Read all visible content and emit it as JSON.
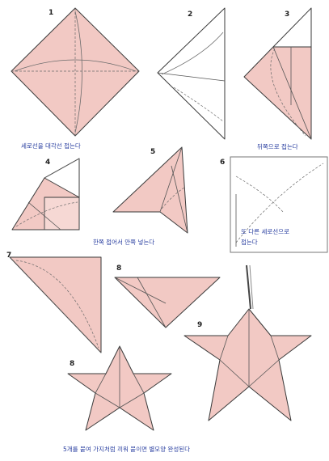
{
  "colors": {
    "paper": "#f2c9c4",
    "outline": "#3a3a3a",
    "caption": "#2a3fa0"
  },
  "steps": [
    {
      "num": "1"
    },
    {
      "num": "2"
    },
    {
      "num": "3"
    },
    {
      "num": "4"
    },
    {
      "num": "5"
    },
    {
      "num": "6"
    },
    {
      "num": "7"
    },
    {
      "num": "8"
    },
    {
      "num": "9"
    },
    {
      "num": "8"
    }
  ],
  "captions": {
    "c1": "세로선을 대각선 접는다",
    "c3": "뒤쪽으로 접는다",
    "c5": "한쪽 접어서 안쪽 넣는다",
    "c6a": "또 다른 세로선으로",
    "c6b": "접는다",
    "final": "5개를 붙여 가지처럼 끼워 붙이면 별모양 완성된다"
  }
}
